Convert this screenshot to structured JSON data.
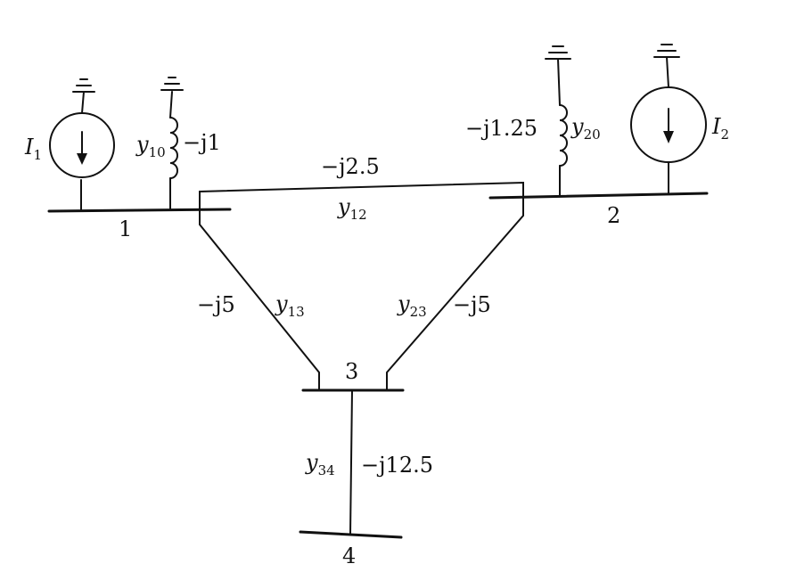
{
  "buses": {
    "b1": "1",
    "b2": "2",
    "b3": "3",
    "b4": "4"
  },
  "sources": {
    "i1": {
      "letter": "I",
      "index": "1"
    },
    "i2": {
      "letter": "I",
      "index": "2"
    }
  },
  "elements": {
    "y10": {
      "letter": "y",
      "index": "10",
      "value": "−j1"
    },
    "y20": {
      "letter": "y",
      "index": "20",
      "value": "−j1.25"
    },
    "y12": {
      "letter": "y",
      "index": "12",
      "value": "−j2.5"
    },
    "y13": {
      "letter": "y",
      "index": "13",
      "value": "−j5"
    },
    "y23": {
      "letter": "y",
      "index": "23",
      "value": "−j5"
    },
    "y34": {
      "letter": "y",
      "index": "34",
      "value": "−j12.5"
    }
  }
}
